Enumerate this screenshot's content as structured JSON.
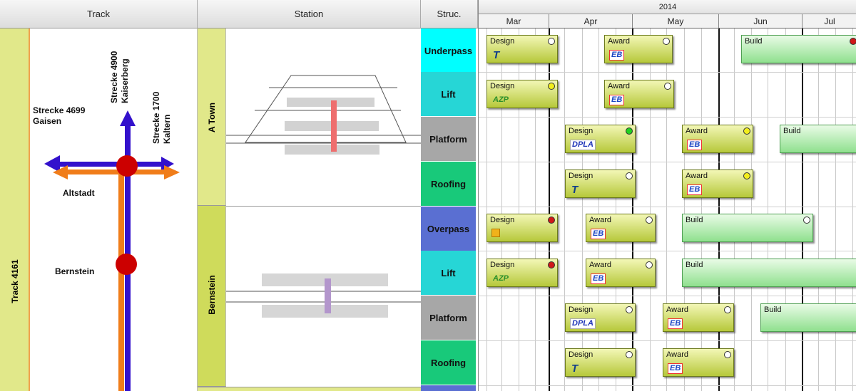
{
  "headers": {
    "track": "Track",
    "station": "Station",
    "struc": "Struc."
  },
  "track": {
    "strip_label": "Track 4161",
    "labels": {
      "gaisen": "Strecke 4699\nGaisen",
      "kaiserberg": "Strecke 4900\nKaiserberg",
      "kaltern": "Strecke 1700\nKaltern",
      "altstadt": "Altstadt",
      "bernstein": "Bernstein"
    },
    "colors": {
      "track_orange": "#f07d1a",
      "track_blue": "#3311cc",
      "station_red": "#cc0000"
    }
  },
  "stations": [
    {
      "name": "A Town",
      "color": "#e1e88a"
    },
    {
      "name": "Bernstein",
      "color": "#cfdb5b"
    }
  ],
  "structures": [
    {
      "label": "Underpass",
      "color": "#00ffff"
    },
    {
      "label": "Lift",
      "color": "#26d6d6"
    },
    {
      "label": "Platform",
      "color": "#a7a7a7"
    },
    {
      "label": "Roofing",
      "color": "#18c97a"
    },
    {
      "label": "Overpass",
      "color": "#5a6fd2"
    },
    {
      "label": "Lift",
      "color": "#26d6d6"
    },
    {
      "label": "Platform",
      "color": "#a7a7a7"
    },
    {
      "label": "Roofing",
      "color": "#18c97a"
    }
  ],
  "gantt": {
    "year": "2014",
    "months": [
      "Mar",
      "Apr",
      "May",
      "Jun",
      "Jul"
    ],
    "tasks": [
      {
        "title": "Design",
        "style": "yg",
        "logo": "T",
        "logo_type": "t",
        "status": "white",
        "row": 0
      },
      {
        "title": "Award",
        "style": "yg",
        "logo": "EB",
        "logo_type": "eb",
        "status": "white",
        "row": 0
      },
      {
        "title": "Build",
        "style": "gr",
        "logo": "",
        "logo_type": "",
        "status": "red",
        "row": 0
      },
      {
        "title": "Design",
        "style": "yg",
        "logo": "AZP",
        "logo_type": "azp",
        "status": "yellow",
        "row": 1
      },
      {
        "title": "Award",
        "style": "yg",
        "logo": "EB",
        "logo_type": "eb",
        "status": "white",
        "row": 1
      },
      {
        "title": "Design",
        "style": "yg",
        "logo": "DPLA",
        "logo_type": "dpla",
        "status": "green",
        "row": 2
      },
      {
        "title": "Award",
        "style": "yg",
        "logo": "EB",
        "logo_type": "eb",
        "status": "yellow",
        "row": 2
      },
      {
        "title": "Build",
        "style": "gr",
        "logo": "",
        "logo_type": "",
        "status": "none",
        "row": 2
      },
      {
        "title": "Design",
        "style": "yg",
        "logo": "T",
        "logo_type": "t",
        "status": "white",
        "row": 3
      },
      {
        "title": "Award",
        "style": "yg",
        "logo": "EB",
        "logo_type": "eb",
        "status": "yellow",
        "row": 3
      },
      {
        "title": "Design",
        "style": "yg",
        "logo": "",
        "logo_type": "sq",
        "status": "red",
        "row": 4
      },
      {
        "title": "Award",
        "style": "yg",
        "logo": "EB",
        "logo_type": "eb",
        "status": "white",
        "row": 4
      },
      {
        "title": "Build",
        "style": "gr",
        "logo": "",
        "logo_type": "",
        "status": "white",
        "row": 4
      },
      {
        "title": "Design",
        "style": "yg",
        "logo": "AZP",
        "logo_type": "azp",
        "status": "red",
        "row": 5
      },
      {
        "title": "Award",
        "style": "yg",
        "logo": "EB",
        "logo_type": "eb",
        "status": "white",
        "row": 5
      },
      {
        "title": "Build",
        "style": "gr",
        "logo": "",
        "logo_type": "",
        "status": "none",
        "row": 5
      },
      {
        "title": "Design",
        "style": "yg",
        "logo": "DPLA",
        "logo_type": "dpla",
        "status": "white",
        "row": 6
      },
      {
        "title": "Award",
        "style": "yg",
        "logo": "EB",
        "logo_type": "eb",
        "status": "white",
        "row": 6
      },
      {
        "title": "Build",
        "style": "gr",
        "logo": "",
        "logo_type": "",
        "status": "none",
        "row": 6
      },
      {
        "title": "Design",
        "style": "yg",
        "logo": "T",
        "logo_type": "t",
        "status": "white",
        "row": 7
      },
      {
        "title": "Award",
        "style": "yg",
        "logo": "EB",
        "logo_type": "eb",
        "status": "white",
        "row": 7
      }
    ],
    "status_colors": {
      "white": "#ffffff",
      "red": "#d01818",
      "yellow": "#f2ee1c",
      "green": "#1fd11f"
    }
  }
}
